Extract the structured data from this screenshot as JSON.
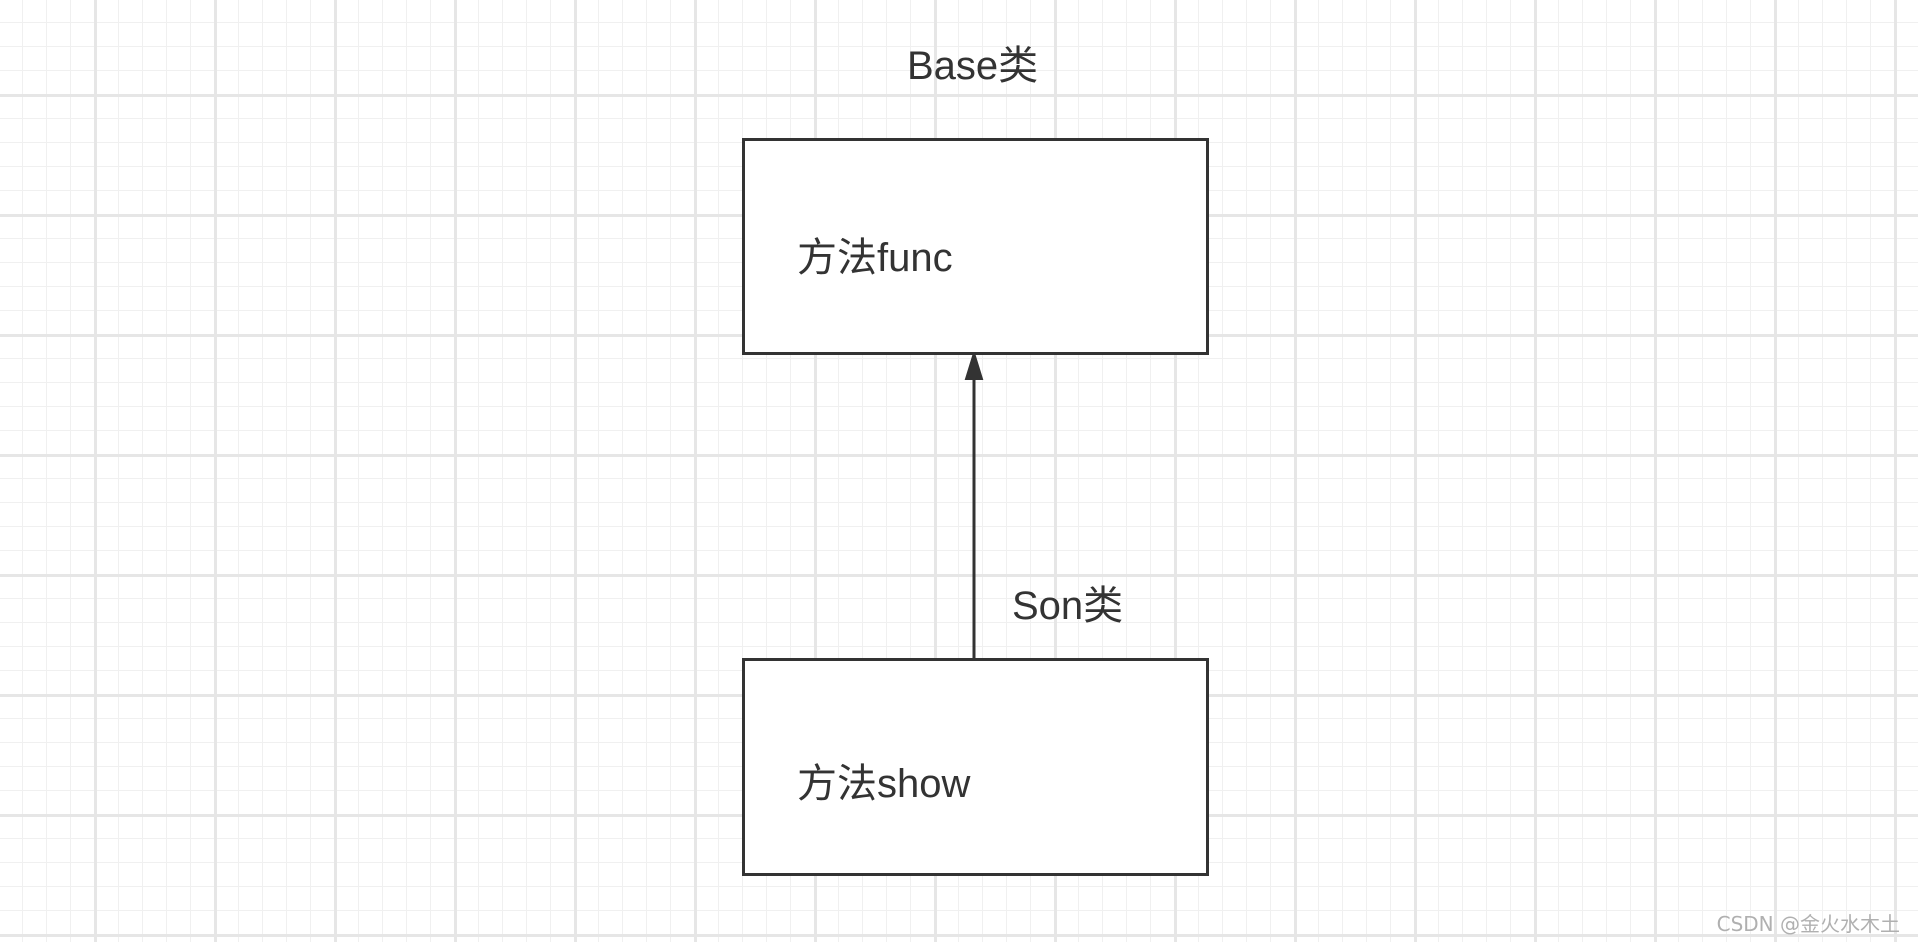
{
  "diagram": {
    "base_class": {
      "title": "Base类",
      "method": "方法func"
    },
    "son_class": {
      "title": "Son类",
      "method": "方法show"
    },
    "relation": "inheritance",
    "colors": {
      "stroke": "#333333",
      "grid_major": "#e6e6e6",
      "grid_minor": "#f0f0f0",
      "background": "#ffffff"
    }
  },
  "watermark": "CSDN @金火水木土"
}
